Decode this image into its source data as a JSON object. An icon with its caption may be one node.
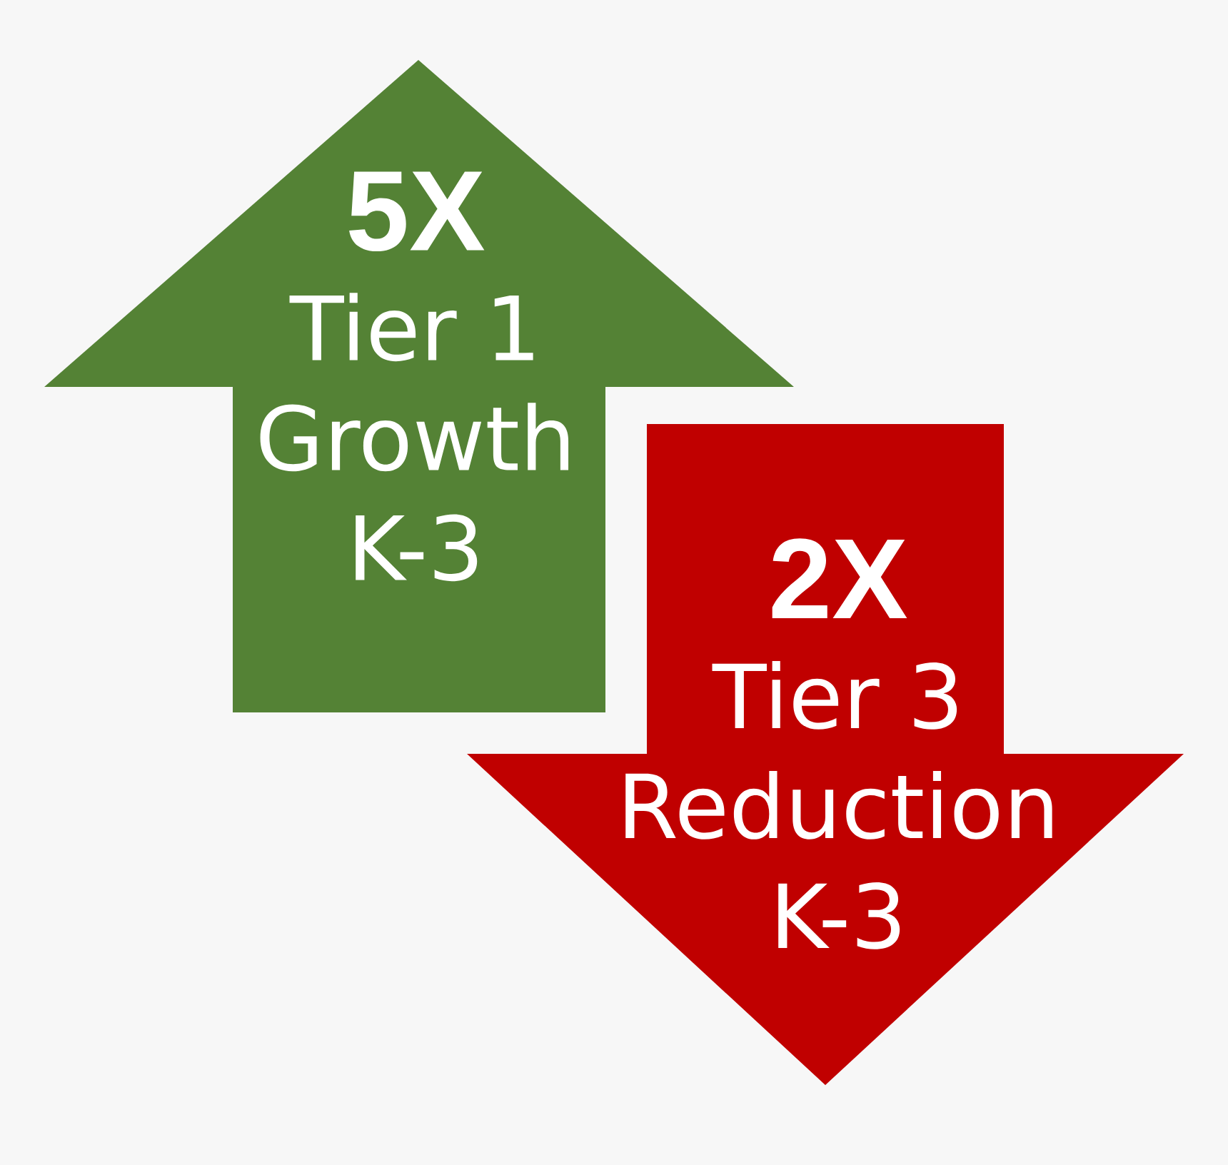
{
  "diagram": {
    "nodes": [
      {
        "text": [
          "5X",
          "Tier 1 Growth K-3"
        ]
      },
      {
        "text": [
          "2X",
          "Tier 3 Reduction K-3"
        ]
      }
    ]
  }
}
